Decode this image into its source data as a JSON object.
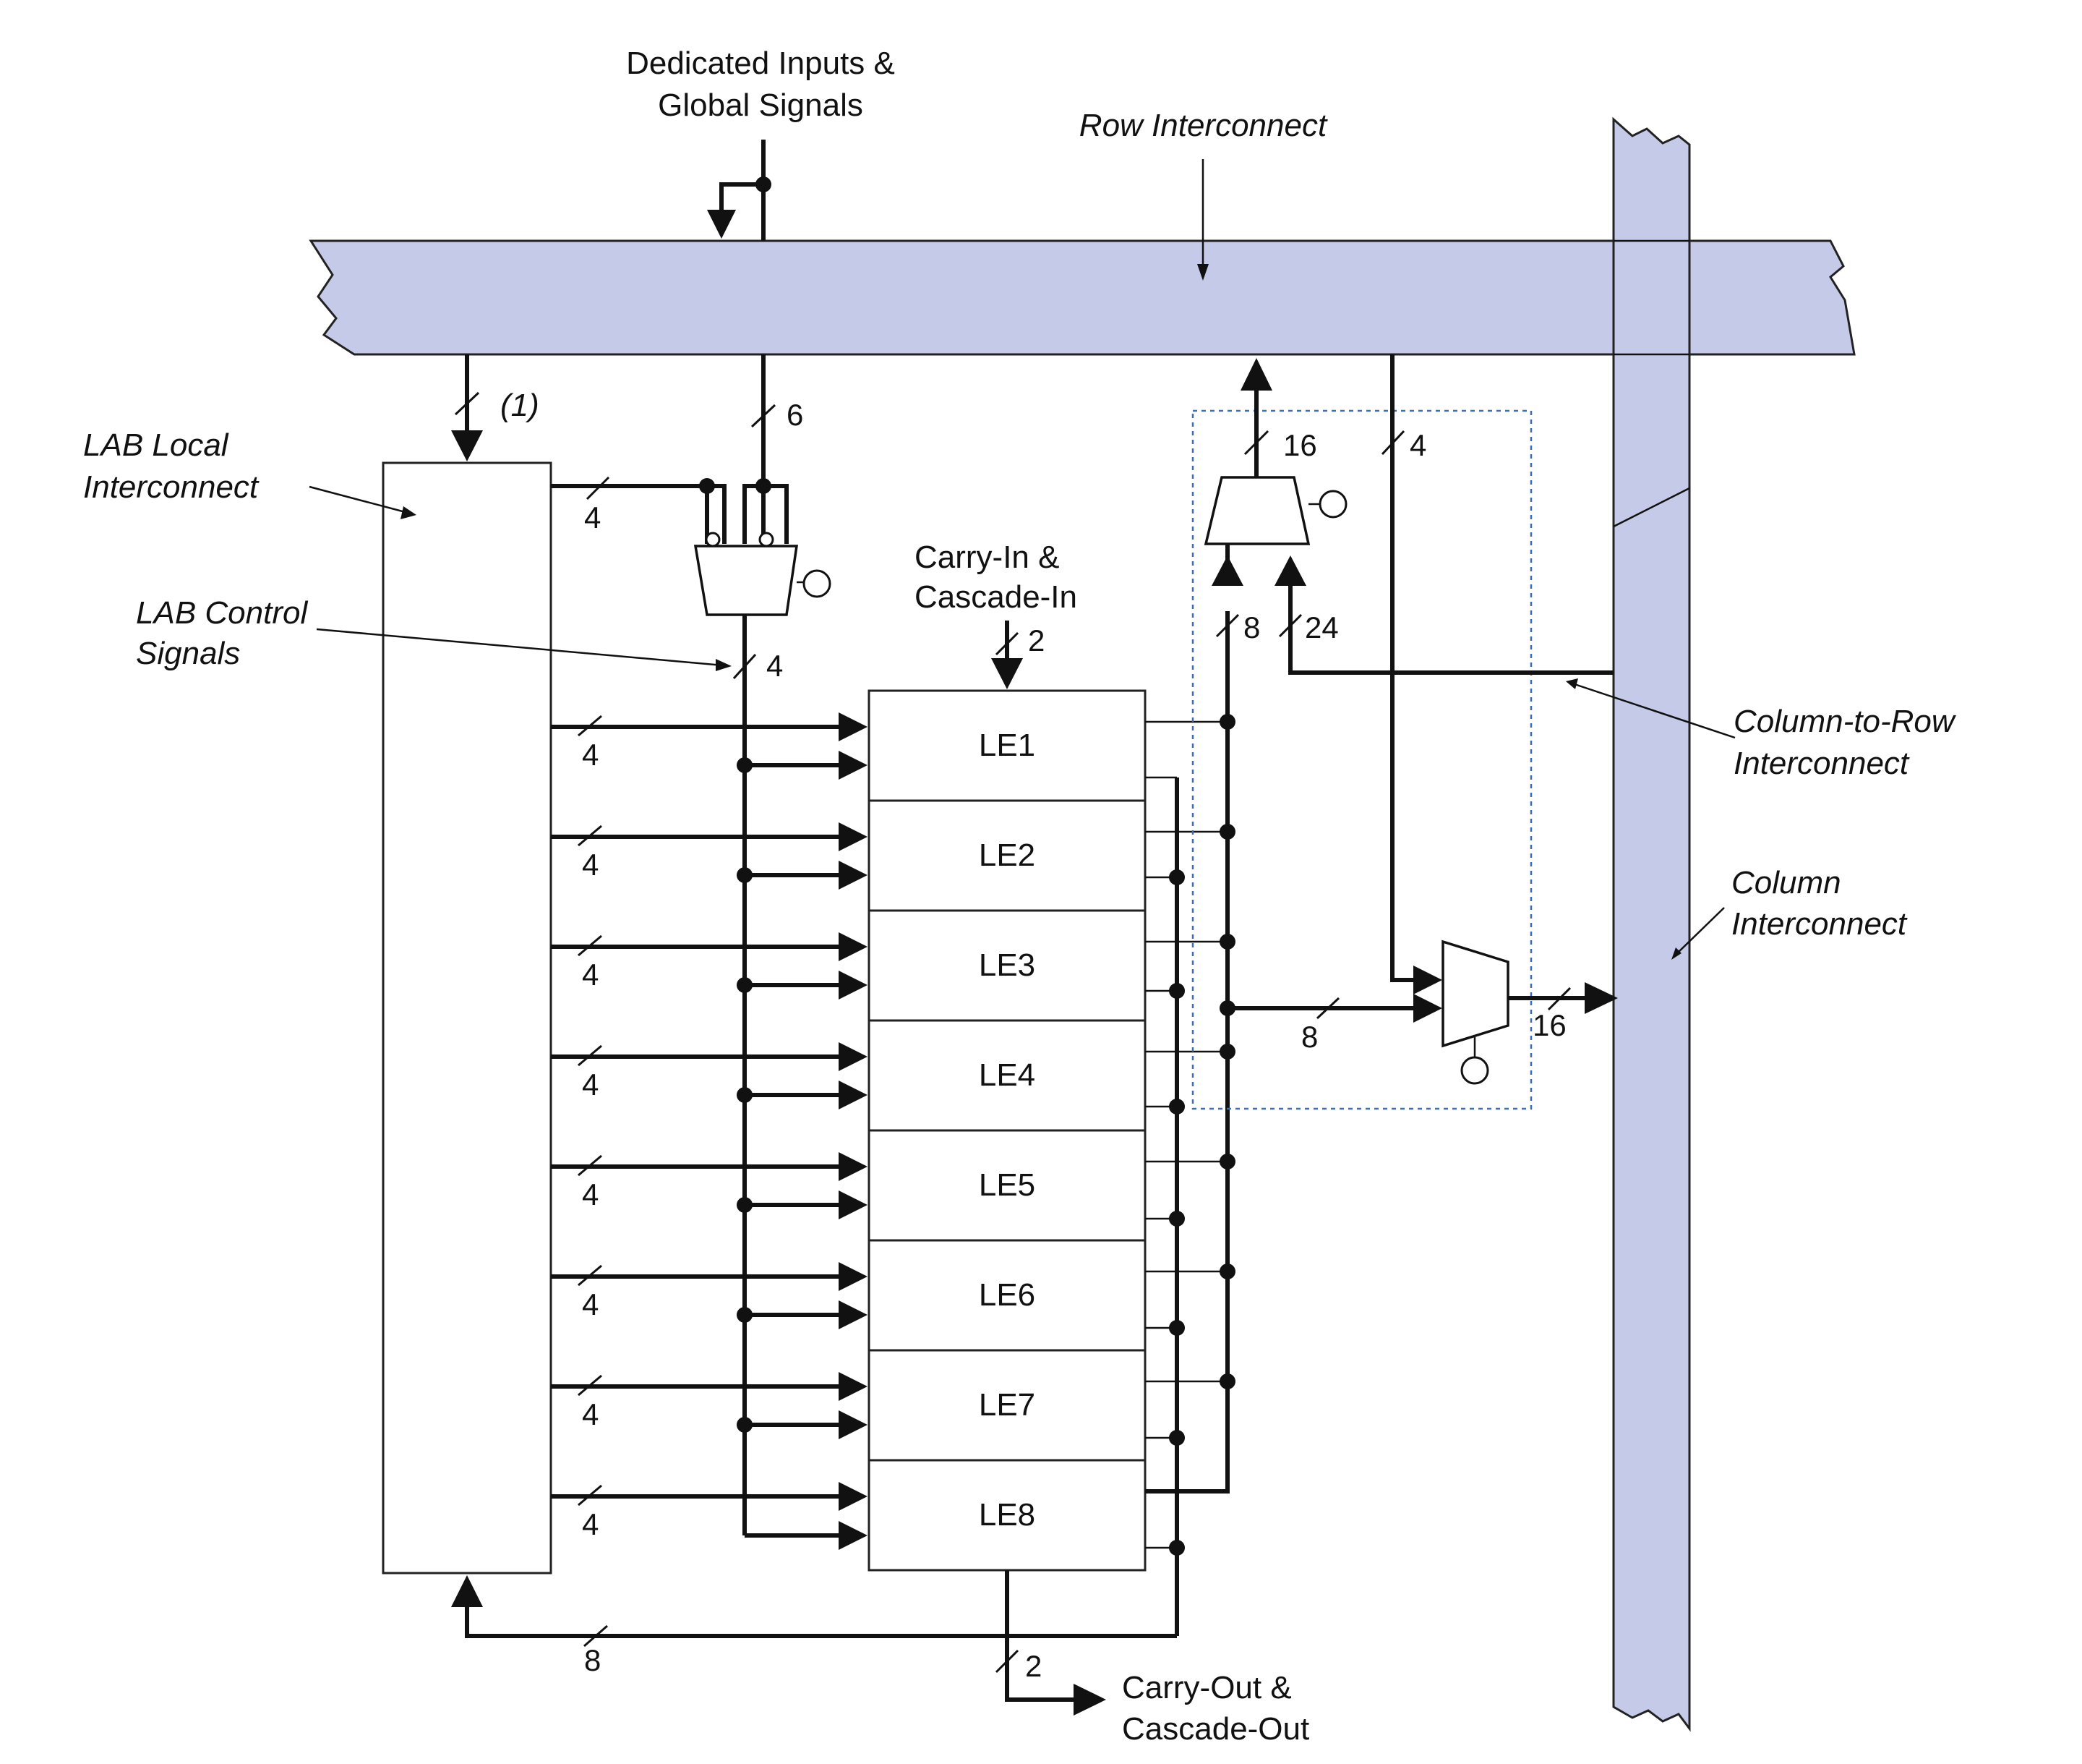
{
  "labels": {
    "dedicated_inputs": [
      "Dedicated Inputs &",
      "Global Signals"
    ],
    "row_interconnect": "Row Interconnect",
    "lab_local": [
      "LAB Local",
      "Interconnect"
    ],
    "lab_control": [
      "LAB Control",
      "Signals"
    ],
    "carry_in": [
      "Carry-In &",
      "Cascade-In"
    ],
    "column_to_row": [
      "Column-to-Row",
      "Interconnect"
    ],
    "column_interconnect": [
      "Column",
      "Interconnect"
    ],
    "carry_out": [
      "Carry-Out &",
      "Cascade-Out"
    ],
    "note_1": "(1)"
  },
  "bus_widths": {
    "dedicated": "6",
    "row_out_mux": "16",
    "row_tap": "4",
    "local_to_ctrl": "4",
    "ctrl": "4",
    "carry_in": "2",
    "mux_in_8": "8",
    "mux_in_24": "24",
    "col_mux_in": "8",
    "col_mux_out": "16",
    "feedback": "8",
    "carry_out": "2",
    "le_input": "4"
  },
  "les": [
    "LE1",
    "LE2",
    "LE3",
    "LE4",
    "LE5",
    "LE6",
    "LE7",
    "LE8"
  ]
}
